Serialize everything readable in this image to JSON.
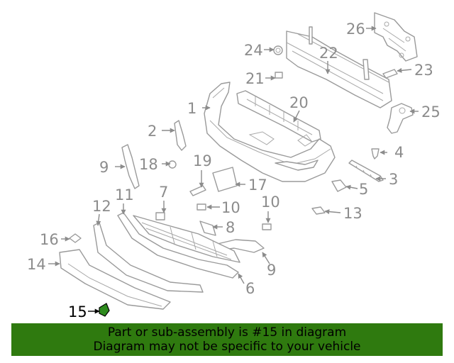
{
  "callouts": [
    "1",
    "2",
    "3",
    "4",
    "5",
    "6",
    "7",
    "8",
    "9",
    "9",
    "10",
    "10",
    "11",
    "12",
    "13",
    "14",
    "15",
    "16",
    "17",
    "18",
    "19",
    "20",
    "21",
    "22",
    "23",
    "24",
    "25",
    "26"
  ],
  "highlighted_part": "15",
  "colors": {
    "banner": "#2f7a0f",
    "highlight": "#2e8b1e",
    "line": "#9a9a9a"
  },
  "footer": {
    "line1": "Part or sub-assembly is #15 in diagram",
    "line2": "Diagram may not be specific to your vehicle"
  }
}
